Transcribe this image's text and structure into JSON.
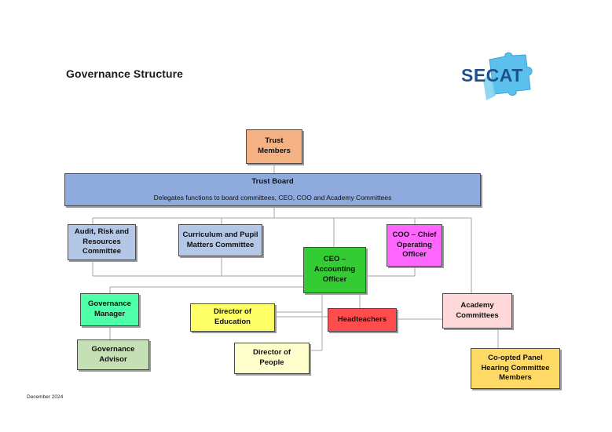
{
  "page": {
    "title": "Governance Structure",
    "footer": "December 2024"
  },
  "logo": {
    "text": "SECAT",
    "icon": "puzzle-piece-icon"
  },
  "nodes": {
    "trust_members": {
      "label": "Trust\nMembers",
      "color": "#f4b183"
    },
    "trust_board": {
      "label": "Trust Board",
      "subtitle": "Delegates functions to board committees, CEO, COO and Academy Committees",
      "color": "#8faadc"
    },
    "audit": {
      "label": "Audit, Risk and\nResources\nCommittee",
      "color": "#b4c7e7"
    },
    "curriculum": {
      "label": "Curriculum and Pupil\nMatters Committee",
      "color": "#b4c7e7"
    },
    "coo": {
      "label": "COO – Chief\nOperating\nOfficer",
      "color": "#ff66ff"
    },
    "ceo": {
      "label": "CEO –\nAccounting\nOfficer",
      "color": "#33cc33"
    },
    "gov_manager": {
      "label": "Governance\nManager",
      "color": "#4dffa6"
    },
    "gov_advisor": {
      "label": "Governance\nAdvisor",
      "color": "#c5e0b4"
    },
    "dir_education": {
      "label": "Director of\nEducation",
      "color": "#ffff66"
    },
    "headteachers": {
      "label": "Headteachers",
      "color": "#ff4d4d"
    },
    "academy": {
      "label": "Academy\nCommittees",
      "color": "#ffd9d9"
    },
    "dir_people": {
      "label": "Director of\nPeople",
      "color": "#ffffcc"
    },
    "coopted": {
      "label": "Co-opted Panel\nHearing Committee\nMembers",
      "color": "#ffd966"
    }
  }
}
